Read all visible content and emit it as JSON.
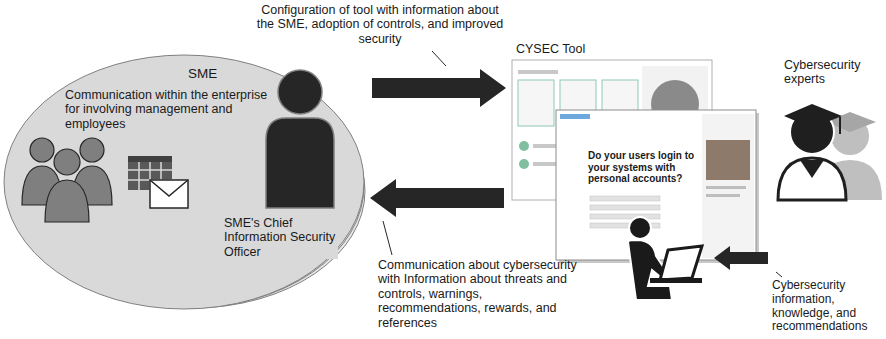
{
  "diagram": {
    "nodes": [
      {
        "text": [
          "SME",
          "Communication within the enterprise for involving management and employees",
          "SME's Chief Information Security Officer"
        ]
      },
      {
        "text": [
          "CYSEC Tool"
        ]
      },
      {
        "text": [
          "Cybersecurity experts"
        ]
      }
    ],
    "edges": [
      {
        "from": 0,
        "to": 1,
        "arrow": "to",
        "label": "Configuration of tool with information about the SME, adoption of controls, and improved security"
      },
      {
        "from": 1,
        "to": 0,
        "arrow": "to",
        "label": "Communication about cybersecurity with Information about threats and controls, warnings, recommendations, rewards, and references"
      },
      {
        "from": 2,
        "to": 1,
        "arrow": "to",
        "label": "Cybersecurity information, knowledge, and recommendations"
      }
    ],
    "labels": [
      "Do your users login to your systems with personal accounts?"
    ]
  }
}
